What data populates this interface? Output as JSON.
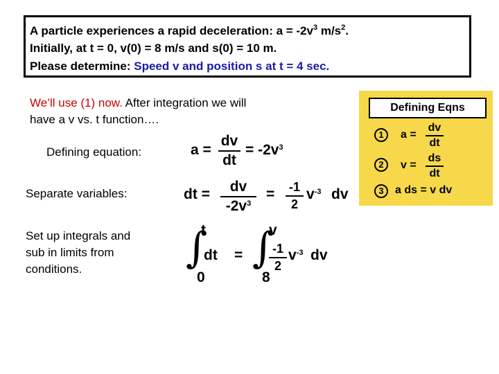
{
  "problem": {
    "line1_text": "A particle experiences a rapid deceleration:  a = -2v",
    "line1_exp": "3",
    "line1_unit": "  m/s",
    "line1_unit_exp": "2",
    "line1_end": ".",
    "line2": "Initially, at t = 0,  v(0) = 8 m/s  and  s(0) = 10 m.",
    "line3_label": "Please determine:  ",
    "line3_goal": "Speed v and position s at t = 4 sec."
  },
  "intro": {
    "red_part": "We’ll use (1) now.",
    "black_part": "  After integration we will",
    "line2": "have a v vs. t function…."
  },
  "steps": {
    "defining_label": "Defining equation:",
    "separate_label": "Separate variables:",
    "setup_line1": "Set up integrals and",
    "setup_line2": "sub in limits from",
    "setup_line3": "conditions."
  },
  "eq1": {
    "lhs": "a =",
    "num": "dv",
    "den": "dt",
    "rhs": "= -2v",
    "rhs_exp": "3"
  },
  "eq2": {
    "lhs": "dt =",
    "num": "dv",
    "den": "-2v",
    "den_exp": "3",
    "eq": "=",
    "coef_num": "-1",
    "coef_den": "2",
    "v": "v",
    "v_exp": "-3",
    "dv": "dv"
  },
  "eq3": {
    "upper_t": "t",
    "lower_t": "0",
    "dt": "dt",
    "eq": "=",
    "upper_v": "v",
    "lower_v": "8",
    "coef_num": "-1",
    "coef_den": "2",
    "v": "v",
    "v_exp": "-3",
    "dv": "dv"
  },
  "panel": {
    "title": "Defining Eqns",
    "n1": "1",
    "n2": "2",
    "n3": "3",
    "e1_lhs": "a =",
    "e1_num": "dv",
    "e1_den": "dt",
    "e2_lhs": "v =",
    "e2_num": "ds",
    "e2_den": "dt",
    "e3": "a ds = v dv",
    "bg_color": "#f6d84a"
  }
}
